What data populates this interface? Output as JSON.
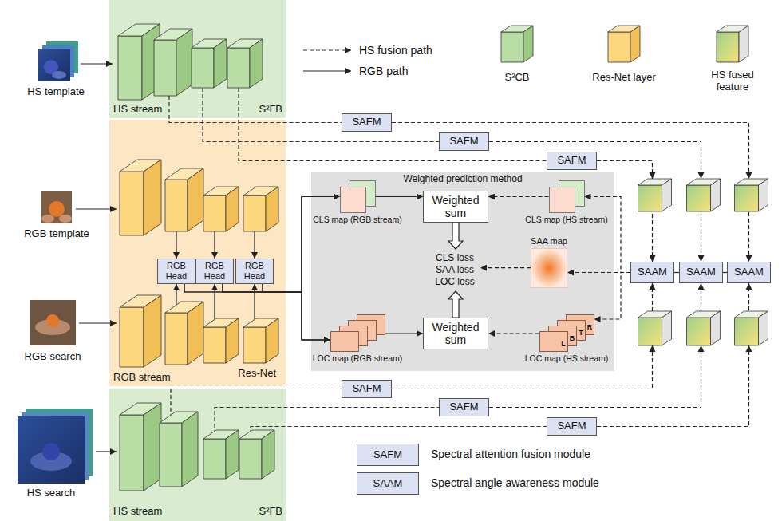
{
  "diagram": {
    "nodes": [
      {
        "text": [
          "HS stream",
          "S²FB"
        ]
      },
      {
        "text": [
          "RGB stream",
          "Res-Net"
        ]
      },
      {
        "text": [
          "RGB Head"
        ],
        "in": 1
      },
      {
        "text": [
          "RGB Head"
        ],
        "in": 1
      },
      {
        "text": [
          "RGB Head"
        ],
        "in": 1
      },
      {
        "text": [
          "SAFM"
        ]
      },
      {
        "text": [
          "SAFM"
        ]
      },
      {
        "text": [
          "SAFM"
        ]
      },
      {
        "text": [
          "Weighted prediction method"
        ]
      },
      {
        "text": [
          "CLS map (RGB stream)"
        ],
        "in": 8
      },
      {
        "text": [
          "Weighted sum"
        ],
        "in": 8
      },
      {
        "text": [
          "CLS map (HS stream)"
        ],
        "in": 8
      },
      {
        "text": [
          "CLS loss SAA loss LOC loss"
        ],
        "in": 8
      },
      {
        "text": [
          "SAA map"
        ],
        "in": 8
      },
      {
        "text": [
          "LOC map (RGB stream)"
        ],
        "in": 8
      },
      {
        "text": [
          "Weighted sum"
        ],
        "in": 8
      },
      {
        "text": [
          "L",
          "B",
          "T",
          "R",
          "LOC map (HS stream)"
        ],
        "in": 8
      },
      {
        "text": [
          "SAAM"
        ]
      },
      {
        "text": [
          "SAAM"
        ]
      },
      {
        "text": [
          "SAAM"
        ]
      },
      {
        "text": [
          "HS stream",
          "S²FB"
        ]
      },
      {
        "text": [
          "SAFM"
        ]
      },
      {
        "text": [
          "SAFM"
        ]
      },
      {
        "text": [
          "SAFM"
        ]
      },
      {
        "text": [
          "SAFM"
        ]
      },
      {
        "text": [
          "SAAM"
        ]
      }
    ],
    "edges": [
      {
        "from": 5,
        "to": 19,
        "arrow": "to"
      },
      {
        "from": 6,
        "to": 18,
        "arrow": "to"
      },
      {
        "from": 7,
        "to": 17,
        "arrow": "to"
      },
      {
        "from": 21,
        "to": 17,
        "arrow": "to"
      },
      {
        "from": 22,
        "to": 18,
        "arrow": "to"
      },
      {
        "from": 23,
        "to": 19,
        "arrow": "to"
      },
      {
        "from": 17,
        "to": 18,
        "arrow": "none"
      },
      {
        "from": 18,
        "to": 19,
        "arrow": "none"
      },
      {
        "from": 17,
        "to": 11,
        "arrow": "to"
      },
      {
        "from": 17,
        "to": 13,
        "arrow": "to"
      },
      {
        "from": 17,
        "to": 16,
        "arrow": "to"
      },
      {
        "from": 11,
        "to": 10,
        "arrow": "to"
      },
      {
        "from": 9,
        "to": 10,
        "arrow": "to"
      },
      {
        "from": 14,
        "to": 15,
        "arrow": "to"
      },
      {
        "from": 16,
        "to": 15,
        "arrow": "to"
      },
      {
        "from": 10,
        "to": 12,
        "arrow": "to"
      },
      {
        "from": 15,
        "to": 12,
        "arrow": "to"
      },
      {
        "from": 13,
        "to": 12,
        "arrow": "to"
      },
      {
        "from": 2,
        "to": 9,
        "arrow": "to"
      },
      {
        "from": 3,
        "to": 9,
        "arrow": "to"
      },
      {
        "from": 4,
        "to": 9,
        "arrow": "to"
      },
      {
        "from": 2,
        "to": 14,
        "arrow": "to"
      },
      {
        "from": 3,
        "to": 14,
        "arrow": "to"
      },
      {
        "from": 4,
        "to": 14,
        "arrow": "to"
      }
    ],
    "labels": [
      "HS template",
      "RGB template",
      "RGB search",
      "HS search"
    ],
    "legend": [
      {
        "text": "HS fusion path"
      },
      {
        "text": "RGB path"
      },
      {
        "text": "S²CB"
      },
      {
        "text": "Res-Net layer"
      },
      {
        "text": "HS fused feature"
      },
      {
        "text": "Spectral attention fusion module"
      },
      {
        "text": "Spectral angle awareness module"
      }
    ]
  }
}
